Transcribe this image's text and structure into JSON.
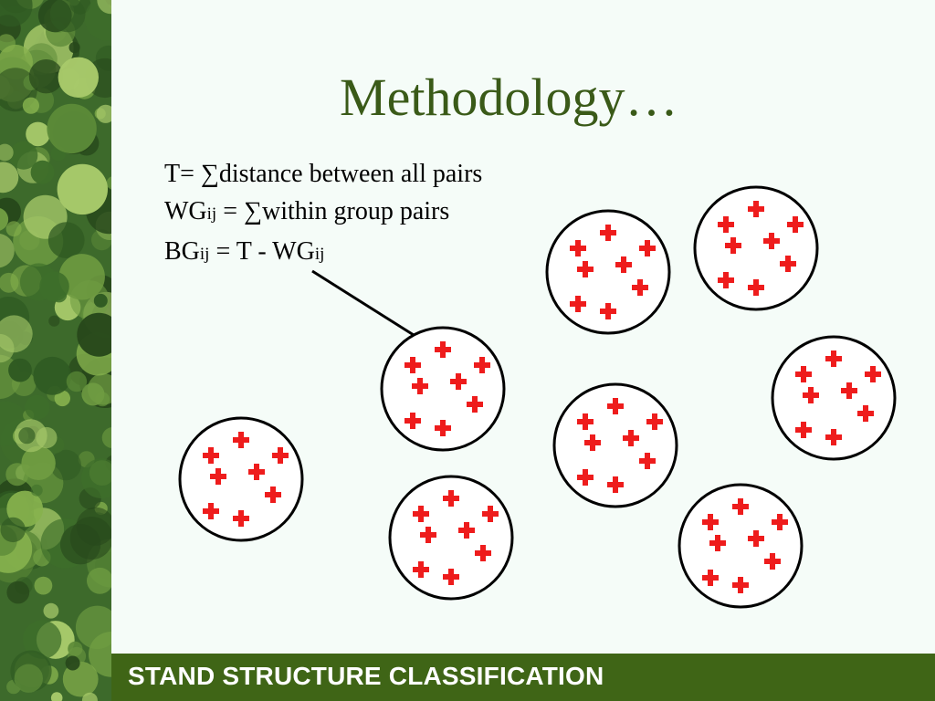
{
  "title": "Methodology…",
  "formulas": {
    "line1": {
      "text": "T= ∑distance between all pairs"
    },
    "line2": {
      "main": "WG",
      "sub": "ij",
      "rest": " = ∑within group pairs"
    },
    "line3": {
      "main": "BG",
      "sub": "ij",
      "mid": " = T - WG",
      "sub2": "ij"
    }
  },
  "footer": {
    "text": "STAND STRUCTURE CLASSIFICATION"
  },
  "colors": {
    "title": "#3a5a18",
    "footer_bg": "#3f6516",
    "point": "#ee1c1c",
    "circle_stroke": "#000000",
    "background": "#f5fcf8"
  },
  "decor": {
    "sidebar": "forest-canopy-image"
  },
  "diagram": {
    "group_count": 8,
    "points_per_group": 8
  }
}
